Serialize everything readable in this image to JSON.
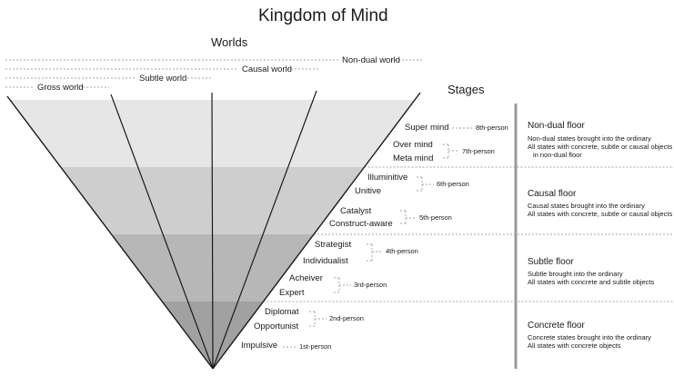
{
  "title": "Kingdom of Mind",
  "worlds": {
    "heading": "Worlds",
    "items": [
      "Non-dual world",
      "Causal world",
      "Subtle world",
      "Gross world"
    ]
  },
  "stages": {
    "heading": "Stages",
    "items": [
      "Super mind",
      "Over mind",
      "Meta mind",
      "Illuminitive",
      "Unitive",
      "Catalyst",
      "Construct-aware",
      "Strategist",
      "Individualist",
      "Acheiver",
      "Expert",
      "Diplomat",
      "Opportunist",
      "Impulsive"
    ]
  },
  "persons": [
    "8th-person",
    "7th-person",
    "6th-person",
    "5th-person",
    "4th-person",
    "3rd-person",
    "2nd-person",
    "1st-person"
  ],
  "floors": [
    {
      "name": "Non-dual floor",
      "lines": [
        "Non-dual states brought into the ordinary",
        "All states with concrete, subtle or causal objects",
        "in non-dual floor"
      ],
      "color": "#e6e6e6"
    },
    {
      "name": "Causal floor",
      "lines": [
        "Causal states brought into the ordinary",
        "All states with concrete, subtle or causal objects"
      ],
      "color": "#cecece"
    },
    {
      "name": "Subtle floor",
      "lines": [
        "Subtle brought into the ordinary",
        "All states with concrete and subtle objects"
      ],
      "color": "#b7b7b7"
    },
    {
      "name": "Concrete floor",
      "lines": [
        "Concrete states brought into the ordinary",
        "All states with concrete objects"
      ],
      "color": "#a1a1a1"
    }
  ],
  "colors": {
    "line": "#1a1a1a",
    "guide": "#888888",
    "vertical_bar": "#9a9a9a"
  }
}
